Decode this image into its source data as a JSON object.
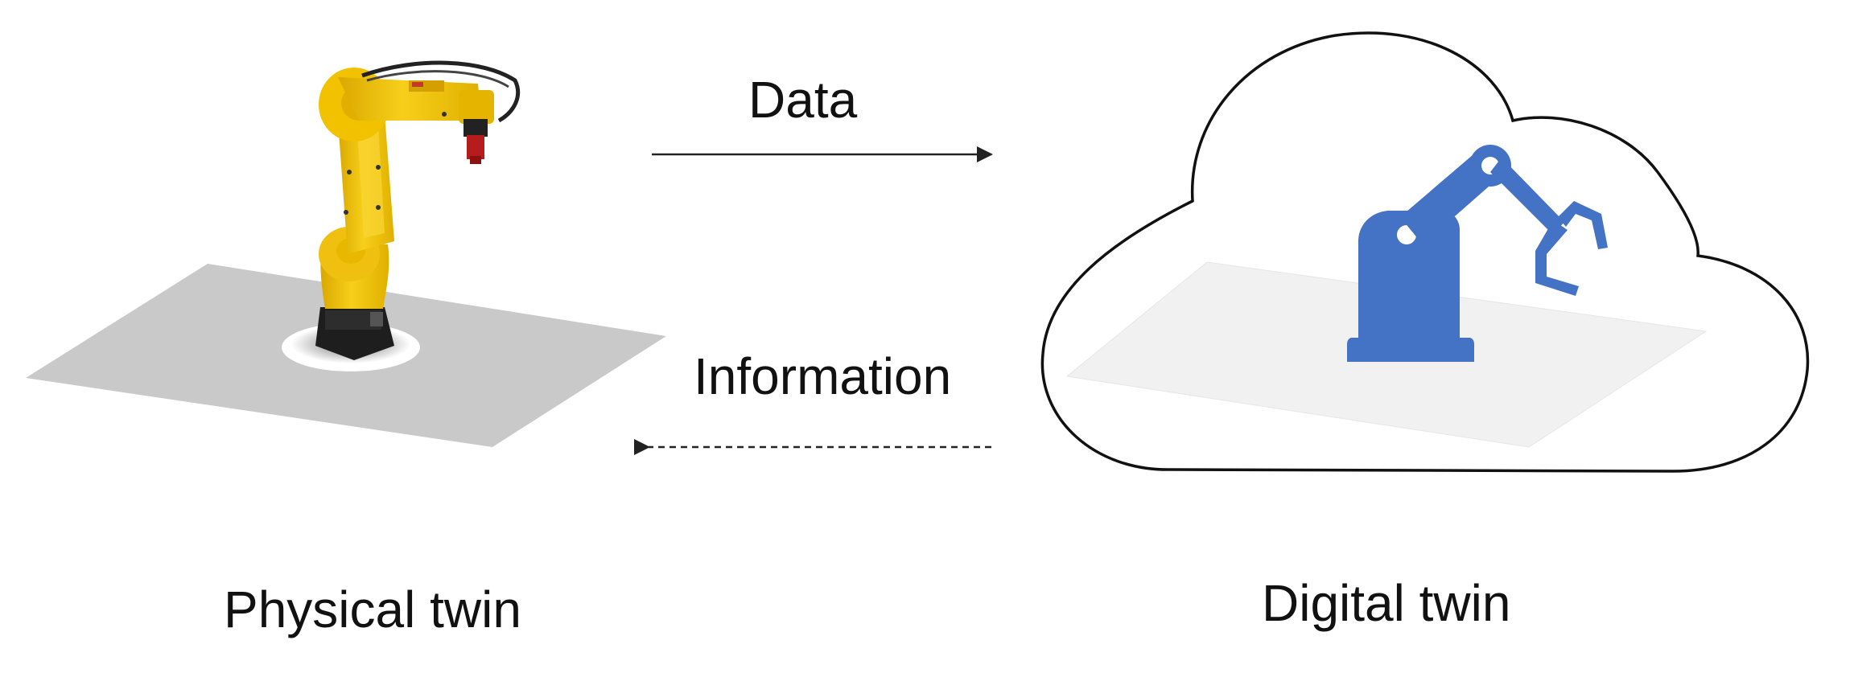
{
  "labels": {
    "data_arrow": "Data",
    "information_arrow": "Information",
    "physical_twin": "Physical twin",
    "digital_twin": "Digital twin"
  },
  "arrows": {
    "data": {
      "direction": "right",
      "style": "solid"
    },
    "information": {
      "direction": "left",
      "style": "dashed"
    }
  },
  "icons": {
    "physical": "industrial-robot-arm-photo-icon",
    "digital": "robot-arm-icon",
    "container": "cloud-icon"
  },
  "colors": {
    "robot_yellow": "#f2c200",
    "robot_base": "#222222",
    "floor_gray": "#c8c8c8",
    "digital_robot_blue": "#4472c4",
    "cloud_outline": "#111111",
    "arrow": "#222222",
    "text": "#111111"
  }
}
